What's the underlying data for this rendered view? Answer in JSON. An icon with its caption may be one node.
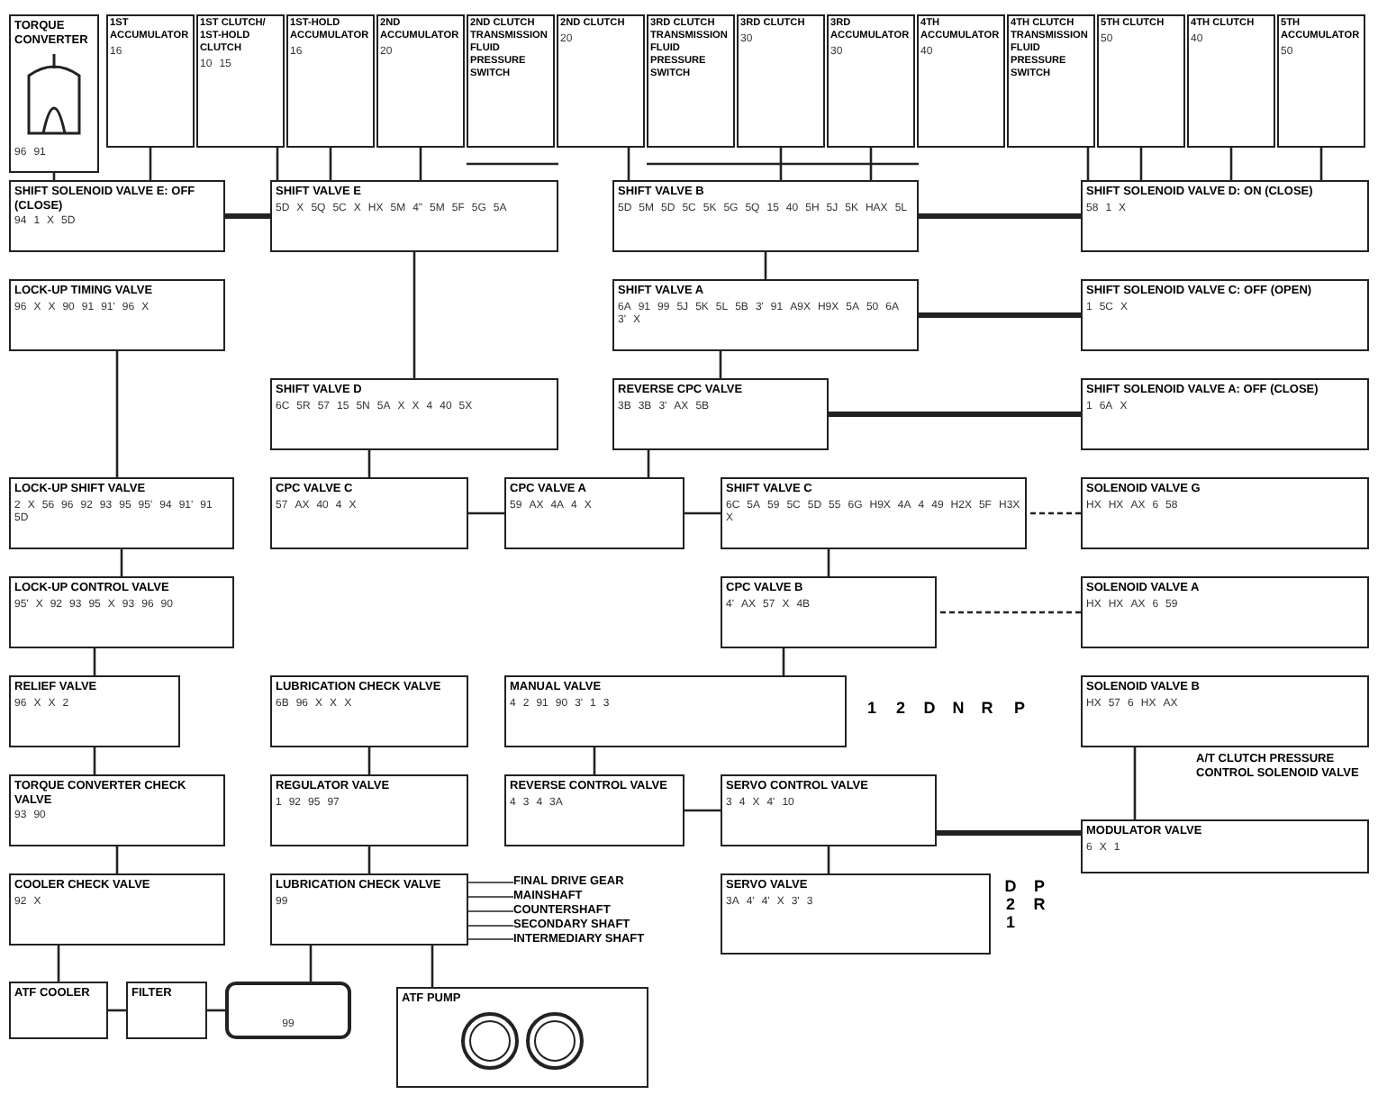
{
  "diagram": {
    "nodes": [
      {
        "text": [
          "TORQUE CONVERTER",
          "96",
          "91"
        ]
      },
      {
        "text": [
          "1ST ACCUMULATOR",
          "16"
        ]
      },
      {
        "text": [
          "1ST CLUTCH/ 1ST-HOLD CLUTCH",
          "10",
          "15"
        ]
      },
      {
        "text": [
          "1ST-HOLD ACCUMULATOR",
          "16"
        ]
      },
      {
        "text": [
          "2ND ACCUMULATOR",
          "20"
        ]
      },
      {
        "text": [
          "2ND CLUTCH TRANSMISSION FLUID PRESSURE SWITCH"
        ]
      },
      {
        "text": [
          "2ND CLUTCH",
          "20"
        ]
      },
      {
        "text": [
          "3RD CLUTCH TRANSMISSION FLUID PRESSURE SWITCH"
        ]
      },
      {
        "text": [
          "3RD CLUTCH",
          "30"
        ]
      },
      {
        "text": [
          "3RD ACCUMULATOR",
          "30"
        ]
      },
      {
        "text": [
          "4TH ACCUMULATOR",
          "40"
        ]
      },
      {
        "text": [
          "4TH CLUTCH TRANSMISSION FLUID PRESSURE SWITCH"
        ]
      },
      {
        "text": [
          "5TH CLUTCH",
          "50"
        ]
      },
      {
        "text": [
          "4TH CLUTCH",
          "40"
        ]
      },
      {
        "text": [
          "5TH ACCUMULATOR",
          "50"
        ]
      },
      {
        "text": [
          "SHIFT SOLENOID VALVE E: OFF (CLOSE)",
          "94",
          "1",
          "X",
          "5D"
        ]
      },
      {
        "text": [
          "SHIFT VALVE E",
          "5D",
          "X",
          "5Q",
          "5C",
          "X",
          "HX",
          "5M",
          "4\"",
          "5M",
          "5F",
          "5G",
          "5A"
        ]
      },
      {
        "text": [
          "SHIFT VALVE B",
          "5D",
          "5M",
          "5D",
          "5C",
          "5K",
          "5G",
          "5Q",
          "15",
          "40",
          "5H",
          "5J",
          "5K",
          "HAX",
          "5L"
        ]
      },
      {
        "text": [
          "SHIFT SOLENOID VALVE D: ON (CLOSE)",
          "58",
          "1",
          "X"
        ]
      },
      {
        "text": [
          "LOCK-UP TIMING VALVE",
          "96",
          "X",
          "X",
          "90",
          "91",
          "91'",
          "96",
          "X"
        ]
      },
      {
        "text": [
          "SHIFT VALVE A",
          "6A",
          "91",
          "99",
          "5J",
          "5K",
          "5L",
          "5B",
          "3'",
          "91",
          "A9X",
          "H9X",
          "5A",
          "50",
          "6A",
          "3'",
          "X"
        ]
      },
      {
        "text": [
          "SHIFT SOLENOID VALVE C: OFF (OPEN)",
          "1",
          "5C",
          "X"
        ]
      },
      {
        "text": [
          "SHIFT VALVE D",
          "6C",
          "5R",
          "57",
          "15",
          "5N",
          "5A",
          "X",
          "X",
          "4",
          "40",
          "5X"
        ]
      },
      {
        "text": [
          "REVERSE CPC VALVE",
          "3B",
          "3B",
          "3'",
          "AX",
          "5B"
        ]
      },
      {
        "text": [
          "SHIFT SOLENOID VALVE A: OFF (CLOSE)",
          "1",
          "6A",
          "X"
        ]
      },
      {
        "text": [
          "LOCK-UP SHIFT VALVE",
          "2",
          "X",
          "56",
          "96",
          "92",
          "93",
          "95",
          "95'",
          "94",
          "91'",
          "91",
          "5D"
        ]
      },
      {
        "text": [
          "CPC VALVE C",
          "57",
          "AX",
          "40",
          "4",
          "X"
        ]
      },
      {
        "text": [
          "CPC VALVE A",
          "59",
          "AX",
          "4A",
          "4",
          "X"
        ]
      },
      {
        "text": [
          "SHIFT VALVE C",
          "6C",
          "5A",
          "59",
          "5C",
          "5D",
          "55",
          "6G",
          "H9X",
          "4A",
          "4",
          "49",
          "H2X",
          "5F",
          "H3X",
          "X"
        ]
      },
      {
        "text": [
          "SOLENOID VALVE G",
          "HX",
          "HX",
          "AX",
          "6",
          "58"
        ]
      },
      {
        "text": [
          "LOCK-UP CONTROL VALVE",
          "95'",
          "X",
          "92",
          "93",
          "95",
          "X",
          "93",
          "96",
          "90"
        ]
      },
      {
        "text": [
          "CPC VALVE B",
          "4'",
          "AX",
          "57",
          "X",
          "4B"
        ]
      },
      {
        "text": [
          "SOLENOID VALVE A",
          "HX",
          "HX",
          "AX",
          "6",
          "59"
        ]
      },
      {
        "text": [
          "RELIEF VALVE",
          "96",
          "X",
          "X",
          "2"
        ]
      },
      {
        "text": [
          "LUBRICATION CHECK VALVE",
          "6B",
          "96",
          "X",
          "X",
          "X"
        ]
      },
      {
        "text": [
          "MANUAL VALVE",
          "4",
          "2",
          "91",
          "90",
          "3'",
          "1",
          "3"
        ],
        "beside": [
          "1",
          "2",
          "D",
          "N",
          "R",
          "P"
        ]
      },
      {
        "text": [
          "SOLENOID VALVE B",
          "HX",
          "57",
          "6",
          "HX",
          "AX"
        ],
        "beside": [
          "A/T CLUTCH PRESSURE CONTROL SOLENOID VALVE"
        ]
      },
      {
        "text": [
          "TORQUE CONVERTER CHECK VALVE",
          "93",
          "90"
        ]
      },
      {
        "text": [
          "REGULATOR VALVE",
          "1",
          "92",
          "95",
          "97"
        ]
      },
      {
        "text": [
          "REVERSE CONTROL VALVE",
          "4",
          "3",
          "4",
          "3A"
        ]
      },
      {
        "text": [
          "SERVO CONTROL VALVE",
          "3",
          "4",
          "X",
          "4'",
          "10"
        ]
      },
      {
        "text": [
          "MODULATOR VALVE",
          "6",
          "X",
          "1"
        ]
      },
      {
        "text": [
          "COOLER CHECK VALVE",
          "92",
          "X"
        ]
      },
      {
        "text": [
          "LUBRICATION CHECK VALVE",
          "99"
        ]
      },
      {
        "text": [
          "FINAL DRIVE GEAR"
        ]
      },
      {
        "text": [
          "MAINSHAFT"
        ]
      },
      {
        "text": [
          "COUNTERSHAFT"
        ]
      },
      {
        "text": [
          "SECONDARY SHAFT"
        ]
      },
      {
        "text": [
          "INTERMEDIARY SHAFT"
        ]
      },
      {
        "text": [
          "SERVO VALVE",
          "3A",
          "4'",
          "4'",
          "X",
          "3'",
          "3"
        ],
        "beside": [
          "D",
          "2",
          "1",
          "P",
          "R"
        ]
      },
      {
        "text": [
          "ATF COOLER"
        ]
      },
      {
        "text": [
          "FILTER"
        ]
      },
      {
        "text": [
          "99"
        ]
      },
      {
        "text": [
          "ATF PUMP"
        ]
      }
    ],
    "edges": [
      {
        "from": 2,
        "to": 16,
        "arrow": "none"
      },
      {
        "from": 3,
        "to": 16,
        "arrow": "none"
      },
      {
        "from": 4,
        "to": 16,
        "arrow": "none"
      },
      {
        "from": 6,
        "to": 17,
        "arrow": "none"
      },
      {
        "from": 8,
        "to": 17,
        "arrow": "none"
      },
      {
        "from": 9,
        "to": 17,
        "arrow": "none"
      },
      {
        "from": 12,
        "to": 18,
        "arrow": "none"
      },
      {
        "from": 13,
        "to": 18,
        "arrow": "none"
      },
      {
        "from": 14,
        "to": 18,
        "arrow": "none"
      },
      {
        "from": 1,
        "to": 15,
        "arrow": "none"
      },
      {
        "from": 18,
        "to": 17,
        "arrow": "none",
        "style": "thick"
      },
      {
        "from": 21,
        "to": 20,
        "arrow": "none",
        "style": "thick"
      },
      {
        "from": 24,
        "to": 23,
        "arrow": "none",
        "style": "thick"
      },
      {
        "from": 15,
        "to": 16,
        "arrow": "none",
        "style": "thick"
      },
      {
        "from": 16,
        "to": 22,
        "arrow": "none"
      },
      {
        "from": 17,
        "to": 20,
        "arrow": "none"
      },
      {
        "from": 20,
        "to": 23,
        "arrow": "none"
      },
      {
        "from": 22,
        "to": 26,
        "arrow": "none"
      },
      {
        "from": 23,
        "to": 27,
        "arrow": "none"
      },
      {
        "from": 29,
        "to": 28,
        "arrow": "none",
        "style": "dashed"
      },
      {
        "from": 32,
        "to": 31,
        "arrow": "none",
        "style": "dashed"
      },
      {
        "from": 28,
        "to": 31,
        "arrow": "none"
      },
      {
        "from": 26,
        "to": 27,
        "arrow": "none"
      },
      {
        "from": 27,
        "to": 28,
        "arrow": "none"
      },
      {
        "from": 19,
        "to": 25,
        "arrow": "none"
      },
      {
        "from": 25,
        "to": 30,
        "arrow": "none"
      },
      {
        "from": 30,
        "to": 33,
        "arrow": "none"
      },
      {
        "from": 33,
        "to": 37,
        "arrow": "none"
      },
      {
        "from": 37,
        "to": 42,
        "arrow": "none"
      },
      {
        "from": 42,
        "to": 50,
        "arrow": "none"
      },
      {
        "from": 50,
        "to": 51,
        "arrow": "none"
      },
      {
        "from": 51,
        "to": 52,
        "arrow": "none"
      },
      {
        "from": 43,
        "to": 52,
        "arrow": "none"
      },
      {
        "from": 34,
        "to": 38,
        "arrow": "none"
      },
      {
        "from": 38,
        "to": 43,
        "arrow": "none"
      },
      {
        "from": 35,
        "to": 39,
        "arrow": "none"
      },
      {
        "from": 39,
        "to": 40,
        "arrow": "none"
      },
      {
        "from": 40,
        "to": 49,
        "arrow": "none"
      },
      {
        "from": 36,
        "to": 41,
        "arrow": "none"
      },
      {
        "from": 41,
        "to": 40,
        "arrow": "none",
        "style": "thick"
      },
      {
        "from": 43,
        "to": 53,
        "arrow": "none"
      },
      {
        "from": 31,
        "to": 35,
        "arrow": "none"
      },
      {
        "from": 44,
        "to": 43,
        "arrow": "none"
      },
      {
        "from": 45,
        "to": 43,
        "arrow": "none"
      },
      {
        "from": 46,
        "to": 43,
        "arrow": "none"
      },
      {
        "from": 47,
        "to": 43,
        "arrow": "none"
      },
      {
        "from": 48,
        "to": 43,
        "arrow": "none"
      },
      {
        "from": 5,
        "to": 16,
        "arrow": "none"
      },
      {
        "from": 7,
        "to": 17,
        "arrow": "none"
      },
      {
        "from": 11,
        "to": 18,
        "arrow": "none"
      },
      {
        "from": 0,
        "to": 15,
        "arrow": "none"
      }
    ]
  }
}
